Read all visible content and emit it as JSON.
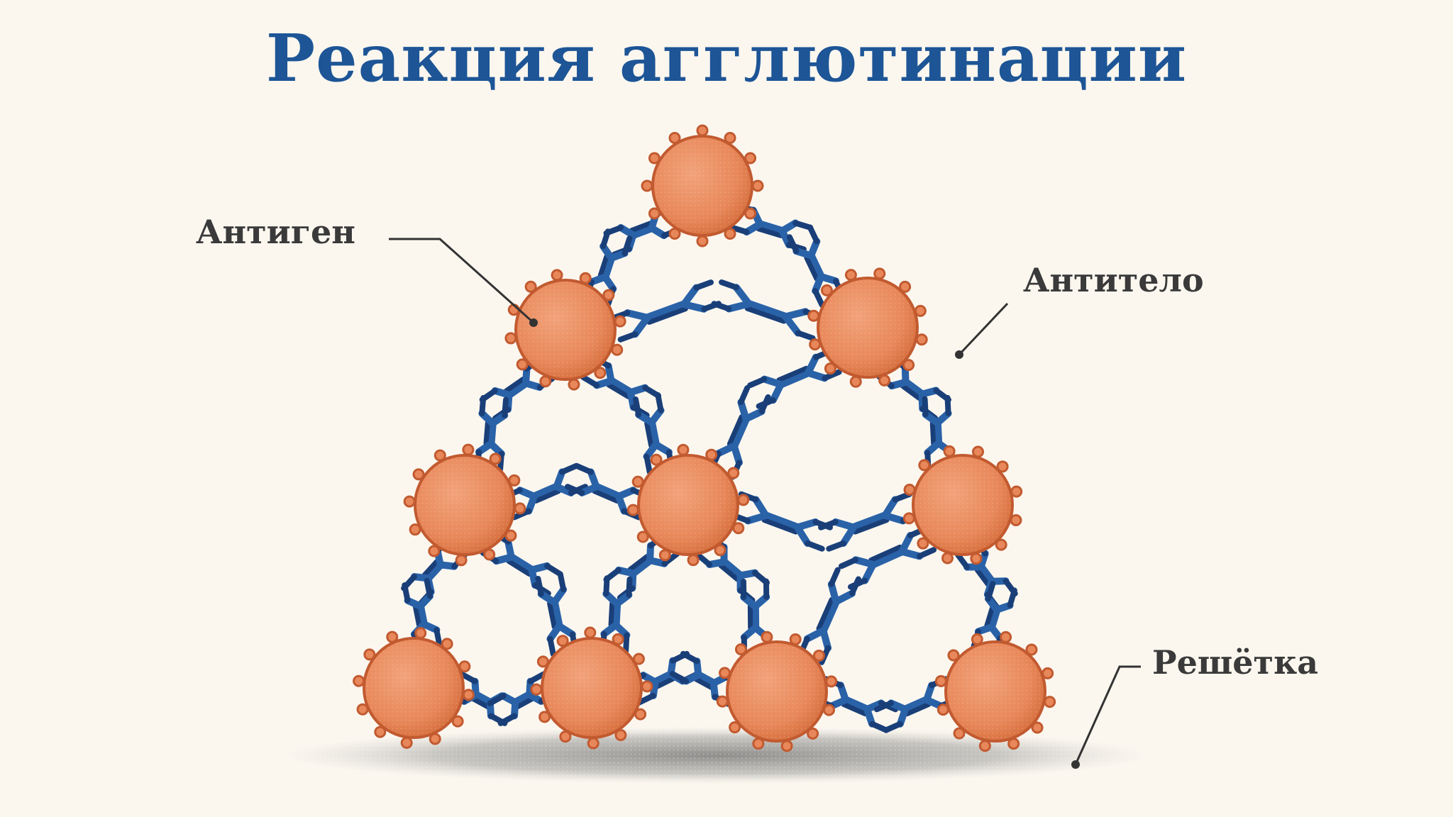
{
  "title": "Реакция агглютинации",
  "labels": {
    "antigen": "Антиген",
    "antibody": "Антитело",
    "lattice": "Решётка"
  },
  "colors": {
    "title": "#1d5596",
    "antigen_fill": "#e8885a",
    "antigen_stroke": "#c25a30",
    "antibody": "#2a62a8",
    "antibody_dark": "#1a3f78",
    "label_text": "#3a3a3a",
    "background": "#fbf7ef"
  }
}
